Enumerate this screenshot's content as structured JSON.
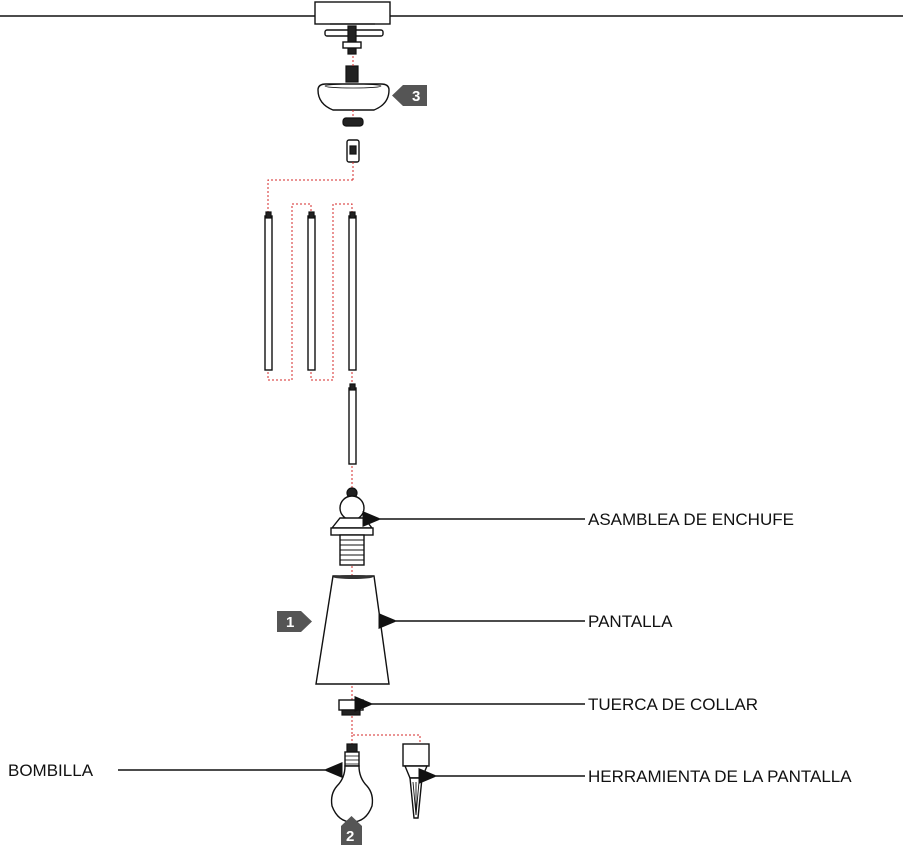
{
  "labels": {
    "socket_assembly": "ASAMBLEA DE ENCHUFE",
    "shade": "PANTALLA",
    "collar_nut": "TUERCA DE COLLAR",
    "bulb": "BOMBILLA",
    "shade_tool": "HERRAMIENTA DE LA PANTALLA"
  },
  "steps": {
    "step_1": "1",
    "step_2": "2",
    "step_3": "3"
  },
  "colors": {
    "step_badge": "#555555",
    "dotted_guide": "#d42a2a",
    "line_art": "#111111"
  }
}
